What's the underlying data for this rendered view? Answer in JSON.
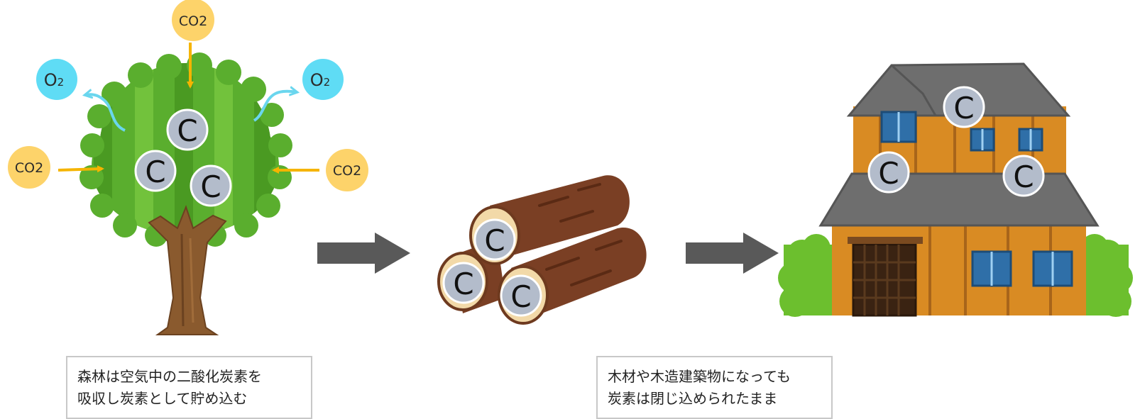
{
  "molecules": {
    "co2": "CO2",
    "o2": "O",
    "o2_sub": "2",
    "carbon": "C"
  },
  "captions": {
    "forest_line1": "森林は空気中の二酸化炭素を",
    "forest_line2": "吸収し炭素として貯め込む",
    "wood_line1": "木材や木造建築物になっても",
    "wood_line2": "炭素は閉じ込められたまま"
  },
  "colors": {
    "co2_bubble": "#fdd36a",
    "o2_bubble": "#5fdcf5",
    "carbon_bubble": "#b3bccb",
    "arrow_co2": "#f5b400",
    "arrow_o2": "#6ad6ee",
    "flow_arrow": "#595959",
    "tree_green": "#5aae2e",
    "log_brown": "#7a3f24",
    "house_wall": "#d98b23",
    "roof_gray": "#6e6e6e"
  }
}
